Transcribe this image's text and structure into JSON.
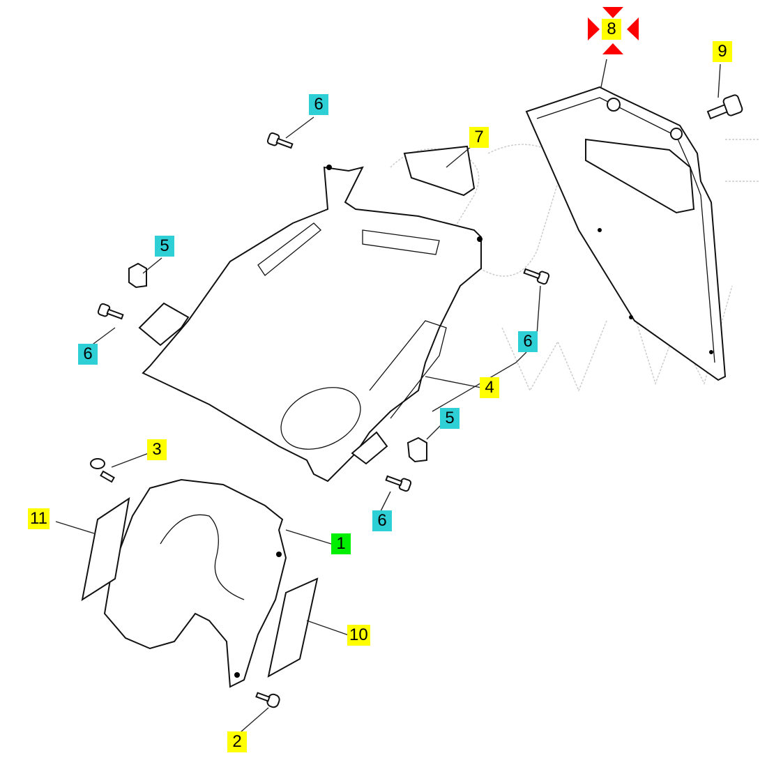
{
  "diagram": {
    "callouts": [
      {
        "id": "c8",
        "text": "8",
        "color": "#ffff00",
        "highlighted": true
      },
      {
        "id": "c9",
        "text": "9",
        "color": "#ffff00"
      },
      {
        "id": "c6a",
        "text": "6",
        "color": "#2fcfd6"
      },
      {
        "id": "c7",
        "text": "7",
        "color": "#ffff00"
      },
      {
        "id": "c5a",
        "text": "5",
        "color": "#2fcfd6"
      },
      {
        "id": "c6b",
        "text": "6",
        "color": "#2fcfd6"
      },
      {
        "id": "c6c",
        "text": "6",
        "color": "#2fcfd6"
      },
      {
        "id": "c4",
        "text": "4",
        "color": "#ffff00"
      },
      {
        "id": "c5b",
        "text": "5",
        "color": "#2fcfd6"
      },
      {
        "id": "c3",
        "text": "3",
        "color": "#ffff00"
      },
      {
        "id": "c6d",
        "text": "6",
        "color": "#2fcfd6"
      },
      {
        "id": "c11",
        "text": "11",
        "color": "#ffff00"
      },
      {
        "id": "c1",
        "text": "1",
        "color": "#00ee00"
      },
      {
        "id": "c10",
        "text": "10",
        "color": "#ffff00"
      },
      {
        "id": "c2",
        "text": "2",
        "color": "#ffff00"
      }
    ],
    "highlight_color": "#ff0000"
  }
}
